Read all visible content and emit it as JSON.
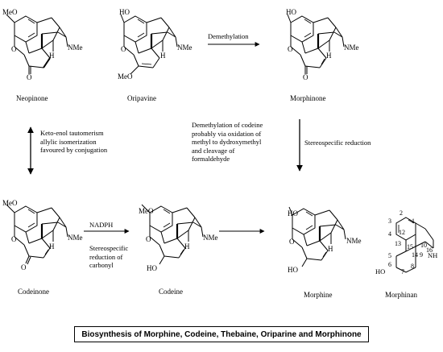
{
  "compounds": {
    "neopinone": "Neopinone",
    "oripavine": "Oripavine",
    "morphinone": "Morphinone",
    "codeinone": "Codeinone",
    "codeine": "Codeine",
    "morphine": "Morphine",
    "morphinan": "Morphinan"
  },
  "groups": {
    "meo": "MeO",
    "ho": "HO",
    "nme": "NMe",
    "nh": "NH",
    "h": "H",
    "o": "O"
  },
  "morphinan_numbers": [
    "1",
    "2",
    "3",
    "4",
    "5",
    "6",
    "7",
    "8",
    "9",
    "10",
    "12",
    "13",
    "14",
    "15",
    "16"
  ],
  "arrows": {
    "demethylation": "Demethylation",
    "nadph": "NADPH",
    "stereo_carbonyl": "Stereospecific\nreduction of\ncarbonyl",
    "keto_enol": "Keto-enol tautomerism\nallylic isomerization\nfavoured by conjugation",
    "codeine_demethylation": "Demethylation of codeine\nprobably via oxidation of\nmethyl to dydroxymethyl\nand cleavage of\nformaldehyde",
    "stereo_reduction": "Stereospecific reduction"
  },
  "caption": "Biosynthesis of Morphine, Codeine, Thebaine, Oriparine and Morphinone"
}
